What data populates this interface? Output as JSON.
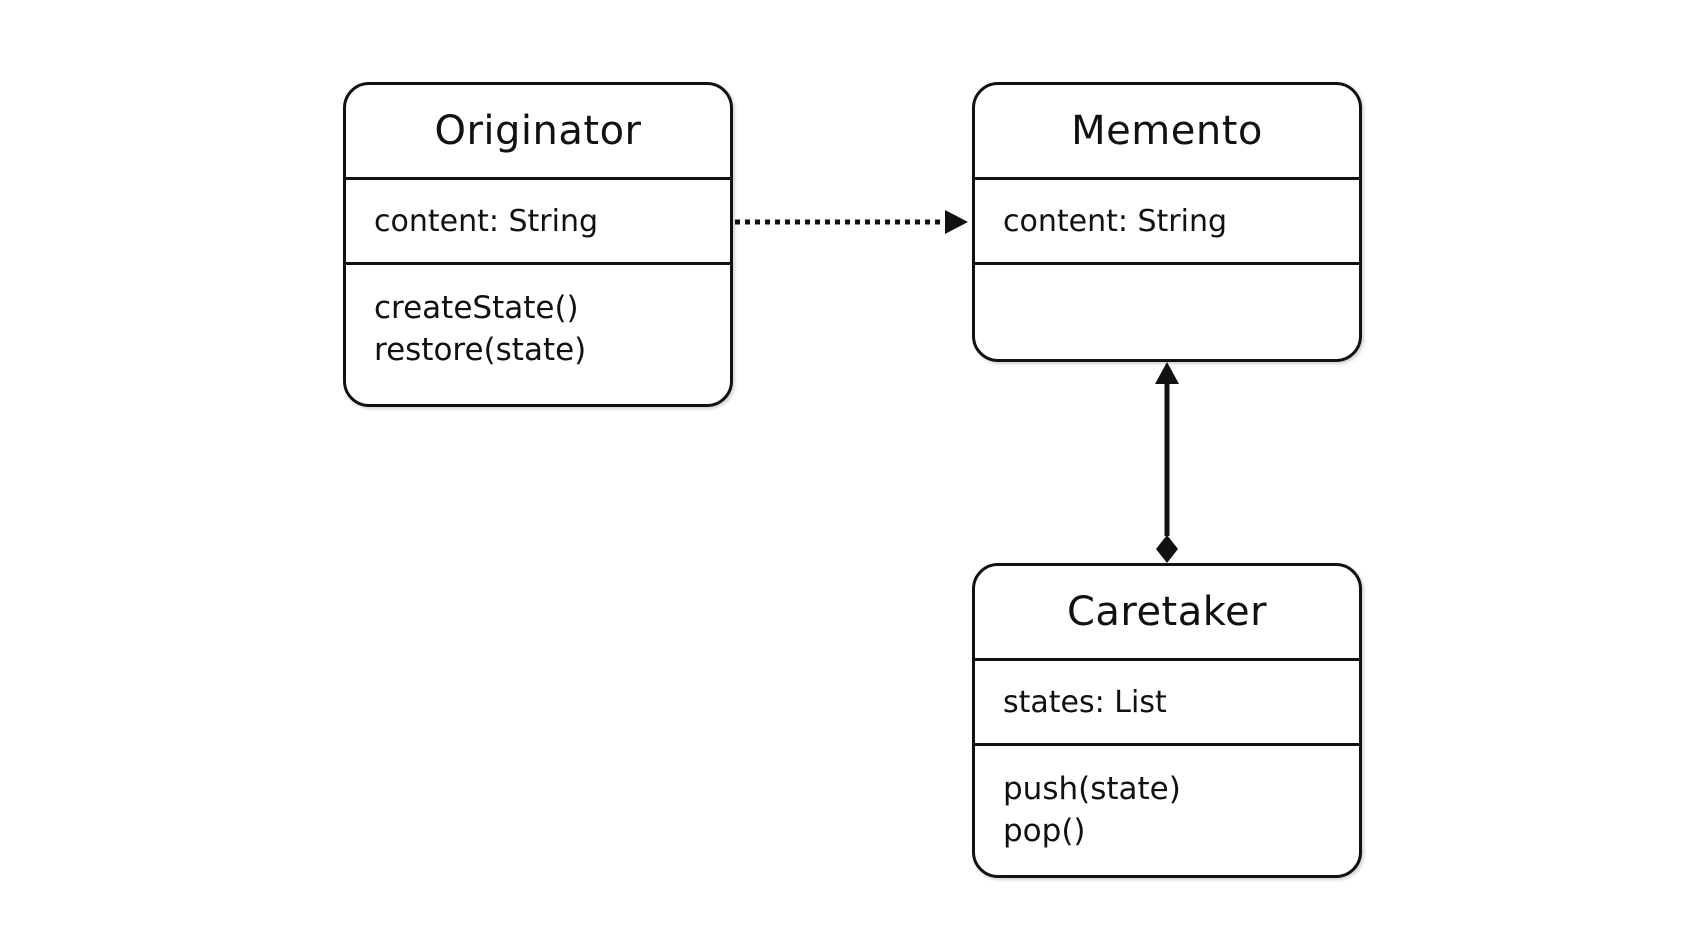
{
  "classes": {
    "originator": {
      "name": "Originator",
      "attributes": [
        "content: String"
      ],
      "methods": [
        "createState()",
        "restore(state)"
      ]
    },
    "memento": {
      "name": "Memento",
      "attributes": [
        "content: String"
      ],
      "methods": []
    },
    "caretaker": {
      "name": "Caretaker",
      "attributes": [
        "states: List"
      ],
      "methods": [
        "push(state)",
        "pop()"
      ]
    }
  },
  "relationships": [
    {
      "from": "Originator",
      "to": "Memento",
      "style": "dotted",
      "head": "filled-arrow"
    },
    {
      "from": "Caretaker",
      "to": "Memento",
      "style": "solid",
      "head": "filled-arrow",
      "tail": "filled-diamond"
    }
  ]
}
